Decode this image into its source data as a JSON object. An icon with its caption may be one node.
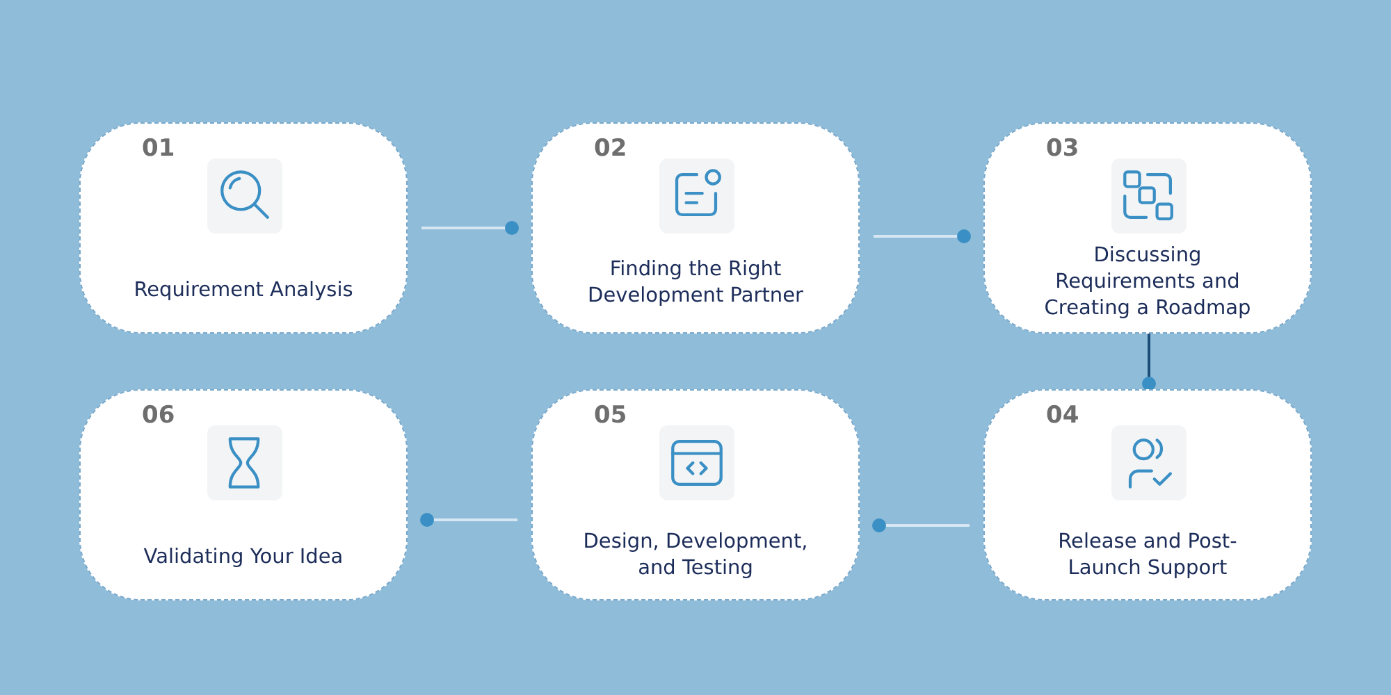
{
  "diagram": {
    "nodes": [
      {
        "text": [
          "01",
          "Requirement Analysis"
        ]
      },
      {
        "text": [
          "02",
          "Finding the Right Development Partner"
        ]
      },
      {
        "text": [
          "03",
          "Discussing Requirements and Creating a Roadmap"
        ]
      },
      {
        "text": [
          "04",
          "Release and Post-Launch Support"
        ]
      },
      {
        "text": [
          "05",
          "Design, Development, and Testing"
        ]
      },
      {
        "text": [
          "06",
          "Validating Your Idea"
        ]
      }
    ],
    "edges": [
      {
        "from": 0,
        "to": 1,
        "arrow": "other"
      },
      {
        "from": 1,
        "to": 2,
        "arrow": "other"
      },
      {
        "from": 2,
        "to": 3,
        "arrow": "other",
        "color": "#1d4e7a"
      },
      {
        "from": 3,
        "to": 4,
        "arrow": "other"
      },
      {
        "from": 4,
        "to": 5,
        "arrow": "other"
      }
    ]
  }
}
